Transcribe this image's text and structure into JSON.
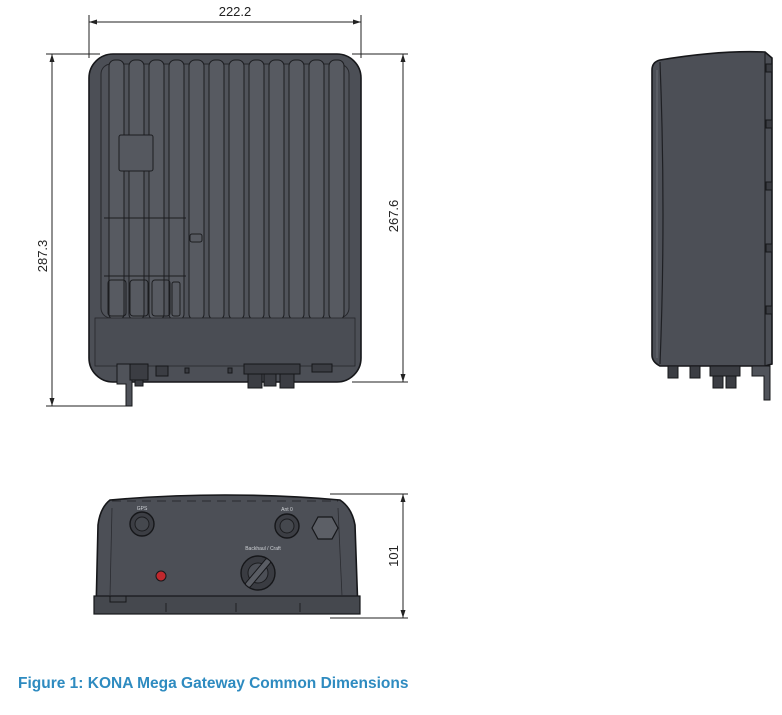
{
  "figure": {
    "caption": "Figure 1: KONA Mega Gateway Common Dimensions"
  },
  "dimensions": {
    "width": "222.2",
    "height_total": "287.3",
    "height_body": "267.6",
    "depth": "101"
  },
  "bottom_view": {
    "port_labels": {
      "gps": "GPS",
      "ant": "Ant 0",
      "backhaul": "Backhaul / Craft"
    }
  },
  "colors": {
    "housing": "#4c4f56",
    "housing_dark": "#3a3c42",
    "housing_light": "#5c5f66",
    "rib": "#55585f",
    "outline": "#16171a",
    "led": "#c0282d",
    "caption": "#2e8bc0"
  }
}
